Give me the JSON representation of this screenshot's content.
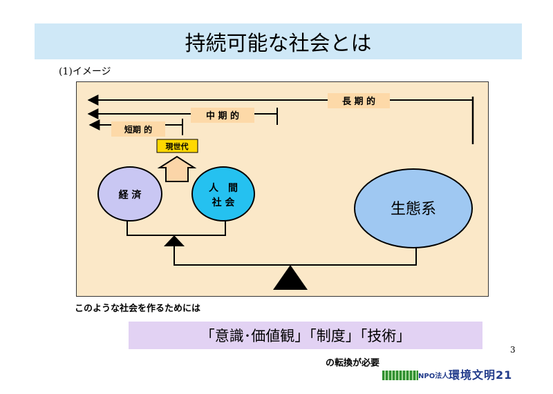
{
  "title": "持続可能な社会とは",
  "subtitle": "(1)イメージ",
  "diagram": {
    "long_term": "長 期 的",
    "mid_term": "中 期 的",
    "short_term": "短期 的",
    "present_generation": "現世代",
    "economy": "経 済",
    "human_society_line1": "人　間",
    "human_society_line2": "社 会",
    "ecosystem": "生態系",
    "colors": {
      "panel": "#fbe8c8",
      "term_label_bg": "#fdd9a8",
      "present_bg": "#ffd800",
      "arrow_fill": "#fbd5a8",
      "economy_fill": "#c9c7f3",
      "society_fill": "#25c1f0",
      "ecosystem_fill": "#9fc8f2"
    }
  },
  "caption": "このような社会を作るためには",
  "keywords": "「意識･価値観」「制度」「技術」",
  "conclusion": "の転換が必要",
  "page_number": "3",
  "logo": {
    "npo": "NPO法人",
    "name": "環境文明21"
  }
}
